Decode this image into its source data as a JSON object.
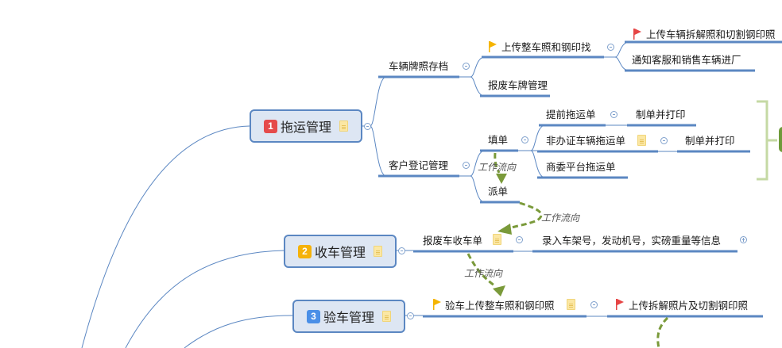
{
  "colors": {
    "connector": "#5b87c2",
    "topic_fill": "#dde6f3",
    "flow_arrow": "#7a9a3a",
    "bracket": "#c5d9a4",
    "flag_yellow": "#f5b400",
    "flag_red": "#e64545",
    "badge_1": "#e54b4b",
    "badge_2": "#f5b20a",
    "badge_3": "#4a8fe7"
  },
  "main_topics": [
    {
      "number": "1",
      "title": "拖运管理",
      "has_note": true
    },
    {
      "number": "2",
      "title": "收车管理",
      "has_note": true
    },
    {
      "number": "3",
      "title": "验车管理",
      "has_note": true
    }
  ],
  "topic1": {
    "branches": [
      {
        "label": "车辆牌照存档",
        "children": [
          {
            "label": "上传整车照和钢印找",
            "flag": "yellow",
            "children": [
              {
                "label": "上传车辆拆解照和切割钢印照",
                "flag": "red"
              },
              {
                "label": "通知客服和销售车辆进厂"
              }
            ]
          },
          {
            "label": "报废车牌管理"
          }
        ]
      },
      {
        "label": "客户登记管理",
        "children": [
          {
            "label": "填单",
            "children": [
              {
                "label": "提前拖运单",
                "children": [
                  {
                    "label": "制单并打印"
                  }
                ]
              },
              {
                "label": "非办证车辆拖运单",
                "has_note": true,
                "children": [
                  {
                    "label": "制单并打印"
                  }
                ]
              },
              {
                "label": "商委平台拖运单"
              }
            ]
          },
          {
            "label": "派单"
          }
        ]
      }
    ]
  },
  "topic2": {
    "branches": [
      {
        "label": "报废车收车单",
        "has_note": true,
        "children": [
          {
            "label": "录入车架号，发动机号，实磅重量等信息",
            "collapsed": true
          }
        ]
      }
    ]
  },
  "topic3": {
    "branches": [
      {
        "label": "验车上传整车照和钢印照",
        "flag": "yellow",
        "has_note": true,
        "children": [
          {
            "label": "上传拆解照片及切割钢印照",
            "flag": "red"
          }
        ]
      }
    ]
  },
  "flow_labels": [
    "工作流向",
    "工作流向",
    "工作流向"
  ]
}
